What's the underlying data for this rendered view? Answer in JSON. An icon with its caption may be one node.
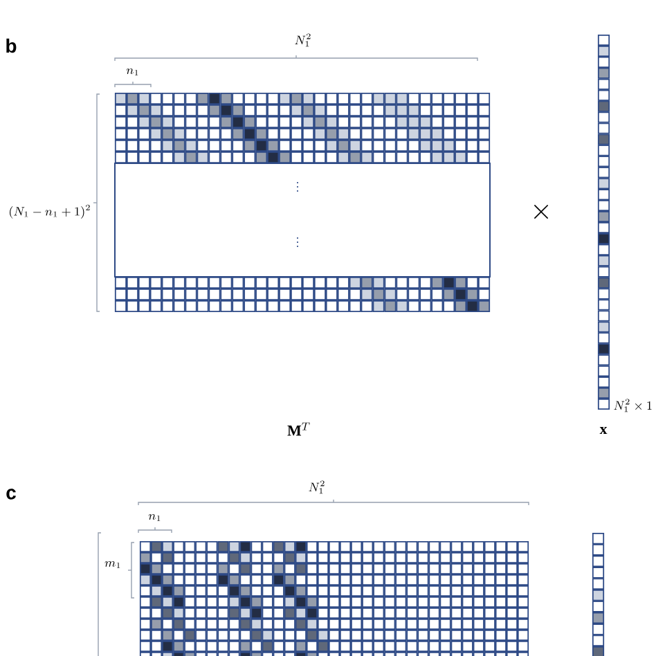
{
  "diagram": {
    "labels": [
      "b",
      "N_1^2",
      "n_1",
      "(N_1-n_1+1)^2",
      "\\times",
      "N_1^2\\times 1",
      "\\mathbf{M}^T",
      "\\mathbf{x}",
      "c",
      "N_1^2",
      "n_1",
      "m_1"
    ]
  }
}
